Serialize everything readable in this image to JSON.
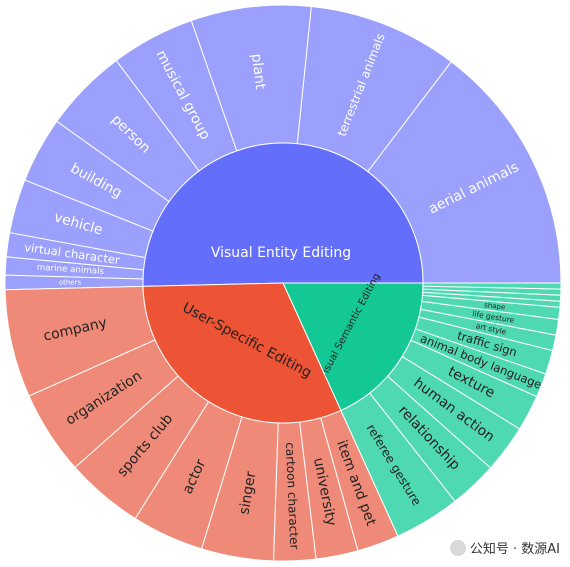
{
  "chart_data": {
    "type": "sunburst",
    "title": "",
    "center_labels": [],
    "inner": [
      {
        "name": "Visual Entity Editing",
        "color": "#636efa",
        "outer_color": "#9aa0fb"
      },
      {
        "name": "Visual Semantic Editing",
        "color": "#14c896",
        "outer_color": "#4fd9b2"
      },
      {
        "name": "User-Specific Editing",
        "color": "#ec5435",
        "outer_color": "#ef8a78"
      }
    ],
    "outer": [
      {
        "parent": "Visual Entity Editing",
        "name": "aerial animals",
        "value": 21
      },
      {
        "parent": "Visual Entity Editing",
        "name": "terrestrial animals",
        "value": 12.5
      },
      {
        "parent": "Visual Entity Editing",
        "name": "plant",
        "value": 10
      },
      {
        "parent": "Visual Entity Editing",
        "name": "musical group",
        "value": 7
      },
      {
        "parent": "Visual Entity Editing",
        "name": "person",
        "value": 7
      },
      {
        "parent": "Visual Entity Editing",
        "name": "building",
        "value": 5.5
      },
      {
        "parent": "Visual Entity Editing",
        "name": "vehicle",
        "value": 4.5
      },
      {
        "parent": "Visual Entity Editing",
        "name": "virtual character",
        "value": 2
      },
      {
        "parent": "Visual Entity Editing",
        "name": "marine animals",
        "value": 1.5
      },
      {
        "parent": "Visual Entity Editing",
        "name": "others",
        "value": 1.2
      },
      {
        "parent": "User-Specific Editing",
        "name": "company",
        "value": 9
      },
      {
        "parent": "User-Specific Editing",
        "name": "organization",
        "value": 7
      },
      {
        "parent": "User-Specific Editing",
        "name": "sports club",
        "value": 6.5
      },
      {
        "parent": "User-Specific Editing",
        "name": "actor",
        "value": 6
      },
      {
        "parent": "User-Specific Editing",
        "name": "singer",
        "value": 6
      },
      {
        "parent": "User-Specific Editing",
        "name": "cartoon character",
        "value": 3.5
      },
      {
        "parent": "User-Specific Editing",
        "name": "university",
        "value": 3.5
      },
      {
        "parent": "User-Specific Editing",
        "name": "item and pet",
        "value": 3.5
      },
      {
        "parent": "Visual Semantic Editing",
        "name": "referee gesture",
        "value": 5.5
      },
      {
        "parent": "Visual Semantic Editing",
        "name": "relationship",
        "value": 4
      },
      {
        "parent": "Visual Semantic Editing",
        "name": "human action",
        "value": 4
      },
      {
        "parent": "Visual Semantic Editing",
        "name": "texture",
        "value": 3
      },
      {
        "parent": "Visual Semantic Editing",
        "name": "animal body language",
        "value": 2
      },
      {
        "parent": "Visual Semantic Editing",
        "name": "traffic sign",
        "value": 2
      },
      {
        "parent": "Visual Semantic Editing",
        "name": "art style",
        "value": 1.3
      },
      {
        "parent": "Visual Semantic Editing",
        "name": "life gesture",
        "value": 1.3
      },
      {
        "parent": "Visual Semantic Editing",
        "name": "shape",
        "value": 1
      },
      {
        "parent": "Visual Semantic Editing",
        "name": "",
        "value": 0.5
      },
      {
        "parent": "Visual Semantic Editing",
        "name": "",
        "value": 0.5
      },
      {
        "parent": "Visual Semantic Editing",
        "name": "",
        "value": 0.5
      },
      {
        "parent": "Visual Semantic Editing",
        "name": "",
        "value": 0.5
      }
    ],
    "start_angle_deg": 0,
    "direction": "counterclockwise",
    "order": [
      "Visual Entity Editing",
      "User-Specific Editing",
      "Visual Semantic Editing"
    ]
  },
  "watermark": {
    "text": "公知号 · 数源AI"
  }
}
